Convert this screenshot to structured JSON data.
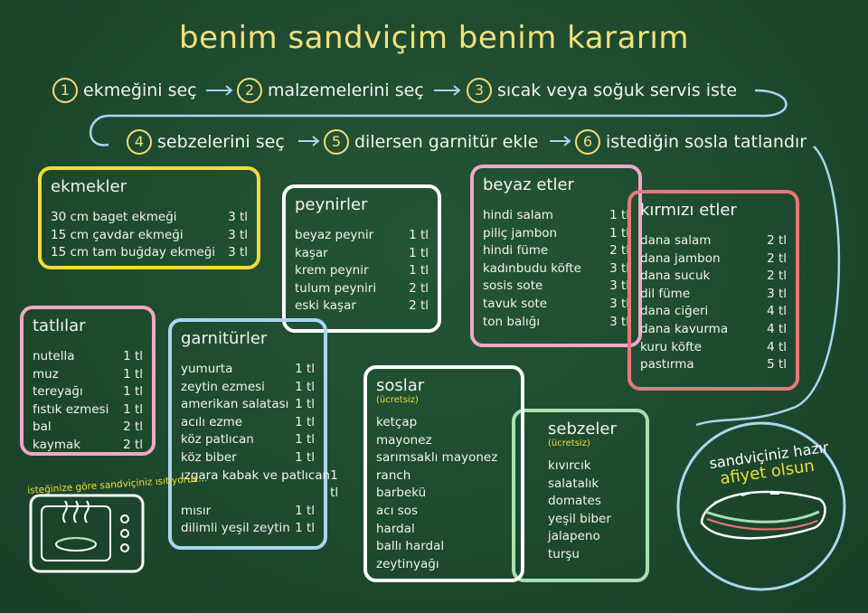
{
  "title": "benim sandviçim benim kararım",
  "steps": [
    {
      "n": "1",
      "text": "ekmeğini seç"
    },
    {
      "n": "2",
      "text": "malzemelerini seç"
    },
    {
      "n": "3",
      "text": "sıcak veya soğuk servis iste"
    },
    {
      "n": "4",
      "text": "sebzelerini seç"
    },
    {
      "n": "5",
      "text": "dilersen garnitür ekle"
    },
    {
      "n": "6",
      "text": "istediğin sosla tatlandır"
    }
  ],
  "ekmekler": {
    "title": "ekmekler",
    "items": [
      {
        "name": "30 cm baget ekmeği",
        "price": "3 tl"
      },
      {
        "name": "15 cm çavdar ekmeği",
        "price": "3 tl"
      },
      {
        "name": "15 cm tam buğday ekmeği",
        "price": "3 tl"
      }
    ]
  },
  "peynirler": {
    "title": "peynirler",
    "items": [
      {
        "name": "beyaz peynir",
        "price": "1 tl"
      },
      {
        "name": "kaşar",
        "price": "1 tl"
      },
      {
        "name": "krem peynir",
        "price": "1 tl"
      },
      {
        "name": "tulum peyniri",
        "price": "2 tl"
      },
      {
        "name": "eski kaşar",
        "price": "2 tl"
      }
    ]
  },
  "beyaz_etler": {
    "title": "beyaz etler",
    "items": [
      {
        "name": "hindi salam",
        "price": "1 tl"
      },
      {
        "name": "piliç jambon",
        "price": "1 tl"
      },
      {
        "name": "hindi füme",
        "price": "2 tl"
      },
      {
        "name": "kadınbudu köfte",
        "price": "3 tl"
      },
      {
        "name": "sosis sote",
        "price": "3 tl"
      },
      {
        "name": "tavuk sote",
        "price": "3 tl"
      },
      {
        "name": "ton balığı",
        "price": "3 tl"
      }
    ]
  },
  "kirmizi_etler": {
    "title": "kırmızı etler",
    "items": [
      {
        "name": "dana salam",
        "price": "2 tl"
      },
      {
        "name": "dana jambon",
        "price": "2 tl"
      },
      {
        "name": "dana sucuk",
        "price": "2 tl"
      },
      {
        "name": "dil füme",
        "price": "3 tl"
      },
      {
        "name": "dana ciğeri",
        "price": "4 tl"
      },
      {
        "name": "dana kavurma",
        "price": "4 tl"
      },
      {
        "name": "kuru köfte",
        "price": "4 tl"
      },
      {
        "name": "pastırma",
        "price": "5 tl"
      }
    ]
  },
  "tatlilar": {
    "title": "tatlılar",
    "items": [
      {
        "name": "nutella",
        "price": "1 tl"
      },
      {
        "name": "muz",
        "price": "1 tl"
      },
      {
        "name": "tereyağı",
        "price": "1 tl"
      },
      {
        "name": "fıstık ezmesi",
        "price": "1 tl"
      },
      {
        "name": "bal",
        "price": "2 tl"
      },
      {
        "name": "kaymak",
        "price": "2 tl"
      }
    ]
  },
  "garniturler": {
    "title": "garnitürler",
    "items": [
      {
        "name": "yumurta",
        "price": "1 tl"
      },
      {
        "name": "zeytin ezmesi",
        "price": "1 tl"
      },
      {
        "name": "amerikan salatası",
        "price": "1 tl"
      },
      {
        "name": "acılı ezme",
        "price": "1 tl"
      },
      {
        "name": "köz patlıcan",
        "price": "1 tl"
      },
      {
        "name": "köz biber",
        "price": "1 tl"
      },
      {
        "name": "ızgara kabak ve patlıcan",
        "price": "1 tl"
      },
      {
        "name": "mısır",
        "price": "1 tl"
      },
      {
        "name": "dilimli yeşil zeytin",
        "price": "1 tl"
      }
    ]
  },
  "soslar": {
    "title": "soslar",
    "subtitle": "(ücretsiz)",
    "items": [
      "ketçap",
      "mayonez",
      "sarımsaklı mayonez",
      "ranch",
      "barbekü",
      "acı sos",
      "hardal",
      "ballı hardal",
      "zeytinyağı"
    ]
  },
  "sebzeler": {
    "title": "sebzeler",
    "subtitle": "(ücretsiz)",
    "items": [
      "kıvırcık",
      "salatalık",
      "domates",
      "yeşil biber",
      "jalapeno",
      "turşu"
    ]
  },
  "microwave_text": "isteğinize göre sandviçiniz ısıtıyoruz...",
  "ready": {
    "line1": "sandviçiniz hazır",
    "line2": "afiyet olsun"
  },
  "colors": {
    "board": "#1f4a2e",
    "yellow": "#f2dc3a",
    "pink": "#f0a8c8",
    "blue": "#a8d8f0",
    "red": "#e87878",
    "white": "#ffffff",
    "green": "#a8e0b0",
    "title": "#f3e07a"
  }
}
